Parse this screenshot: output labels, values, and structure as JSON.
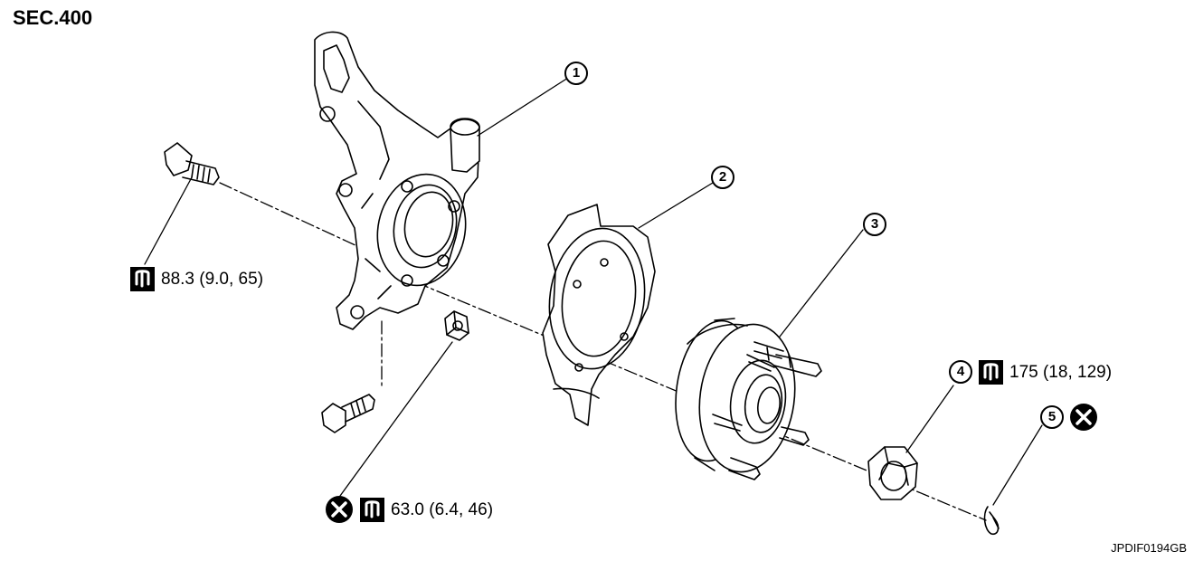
{
  "header": {
    "section": "SEC.400"
  },
  "parts": [
    {
      "number": "1"
    },
    {
      "number": "2"
    },
    {
      "number": "3"
    },
    {
      "number": "4"
    },
    {
      "number": "5"
    }
  ],
  "torques": {
    "knuckle_bolt": "88.3 (9.0, 65)",
    "lower_nut": "63.0 (6.4, 46)",
    "hub_nut": "175 (18, 129)"
  },
  "symbols": {
    "torque": "torque-wrench-icon",
    "non_reusable": "non-reusable-part-icon"
  },
  "footer": {
    "figure_id": "JPDIF0194GB"
  }
}
